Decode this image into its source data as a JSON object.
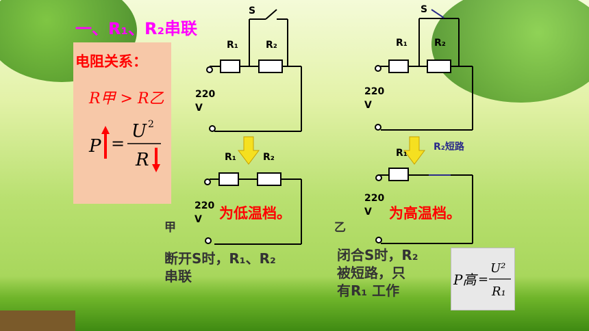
{
  "title": "一、R₁、R₂串联",
  "panel": {
    "heading": "电阻关系：",
    "relation": "R甲 > R乙",
    "formula": {
      "lhs": "P",
      "num": "U",
      "exp": "2",
      "den": "R"
    }
  },
  "circuits": {
    "voltage": "220 V",
    "switch_label": "S",
    "r1": "R₁",
    "r2": "R₂",
    "short_label": "R₂短路"
  },
  "labels": {
    "low_mode": "为低温档。",
    "high_mode": "为高温档。",
    "jia": "甲",
    "yi": "乙"
  },
  "desc": {
    "left_line1": "断开S时，R₁、R₂",
    "left_line2": "串联",
    "right_line1": "闭合S时，R₂",
    "right_line2": "被短路，只",
    "right_line3": "有R₁ 工作"
  },
  "formula_high": {
    "lhs": "P高",
    "num": "U²",
    "den": "R₁"
  }
}
